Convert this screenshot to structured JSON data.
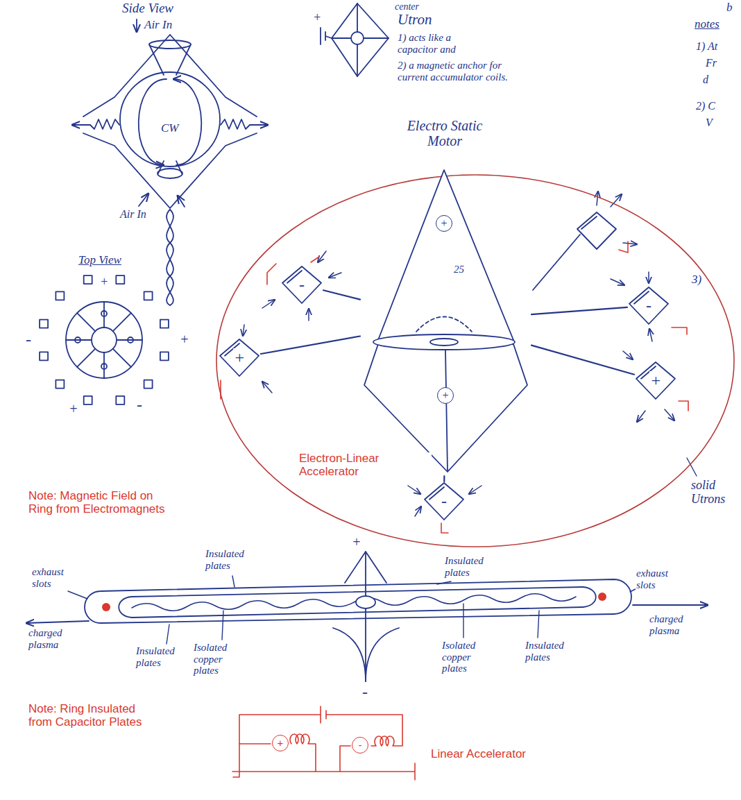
{
  "diagram": {
    "nodes": [
      {
        "text": [
          "Electro Static Motor",
          "Electron-Linear Accelerator"
        ]
      },
      {
        "text": [
          "+",
          "25",
          "+"
        ],
        "in": 0
      },
      {
        "text": [
          "-"
        ],
        "in": 0
      },
      {
        "text": [
          "-"
        ],
        "in": 0
      },
      {
        "text": [
          "+"
        ],
        "in": 0
      },
      {
        "text": [
          "+"
        ],
        "in": 0
      },
      {
        "text": [
          "-"
        ],
        "in": 0
      }
    ],
    "edges": [
      {
        "from": 1,
        "to": 2,
        "arrow": "none"
      },
      {
        "from": 1,
        "to": 3,
        "arrow": "none"
      },
      {
        "from": 1,
        "to": 4,
        "arrow": "none"
      },
      {
        "from": 1,
        "to": 5,
        "arrow": "none"
      },
      {
        "from": 1,
        "to": 6,
        "arrow": "none"
      }
    ],
    "labels": [
      "Side View",
      "Air In",
      "CW",
      "Air In",
      "+",
      "center",
      "Utron",
      "1) acts like a capacitor and",
      "2) a magnetic anchor for current accumulator coils.",
      "b",
      "notes",
      "1) At",
      "Fr",
      "d",
      "2) C",
      "V",
      "Top View",
      "+",
      "-",
      "+",
      "+",
      "-",
      "3)",
      "solid Utrons",
      "Note: Magnetic Field on Ring from Electromagnets",
      "Insulated plates",
      "Insulated plates",
      "+",
      "exhaust slots",
      "charged plasma",
      "exhaust slots",
      "charged plasma",
      "Insulated plates",
      "Isolated copper plates",
      "Isolated copper plates",
      "Insulated plates",
      "-",
      "Note: Ring Insulated from Capacitor Plates",
      "+",
      "-",
      "Linear Accelerator"
    ]
  }
}
